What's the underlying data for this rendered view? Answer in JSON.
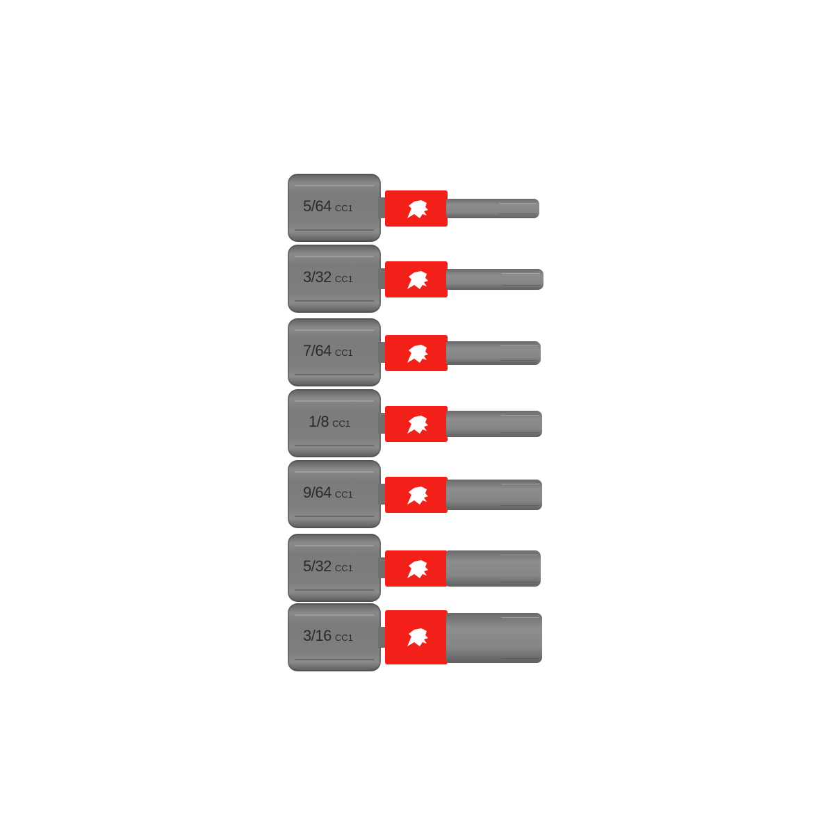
{
  "product": {
    "description": "Set of 7 hex screwdriver bits with red band logo",
    "band_color": "#f3201a",
    "metal_color": "#7e7e7e",
    "bits": [
      {
        "size": "5/64",
        "code": "CC1",
        "shaft_width": 134
      },
      {
        "size": "3/32",
        "code": "CC1",
        "shaft_width": 140
      },
      {
        "size": "7/64",
        "code": "CC1",
        "shaft_width": 148
      },
      {
        "size": "1/8",
        "code": "CC1",
        "shaft_width": 152
      },
      {
        "size": "9/64",
        "code": "CC1",
        "shaft_width": 152
      },
      {
        "size": "5/32",
        "code": "CC1",
        "shaft_width": 150
      },
      {
        "size": "3/16",
        "code": "CC1",
        "shaft_width": 154
      }
    ]
  }
}
